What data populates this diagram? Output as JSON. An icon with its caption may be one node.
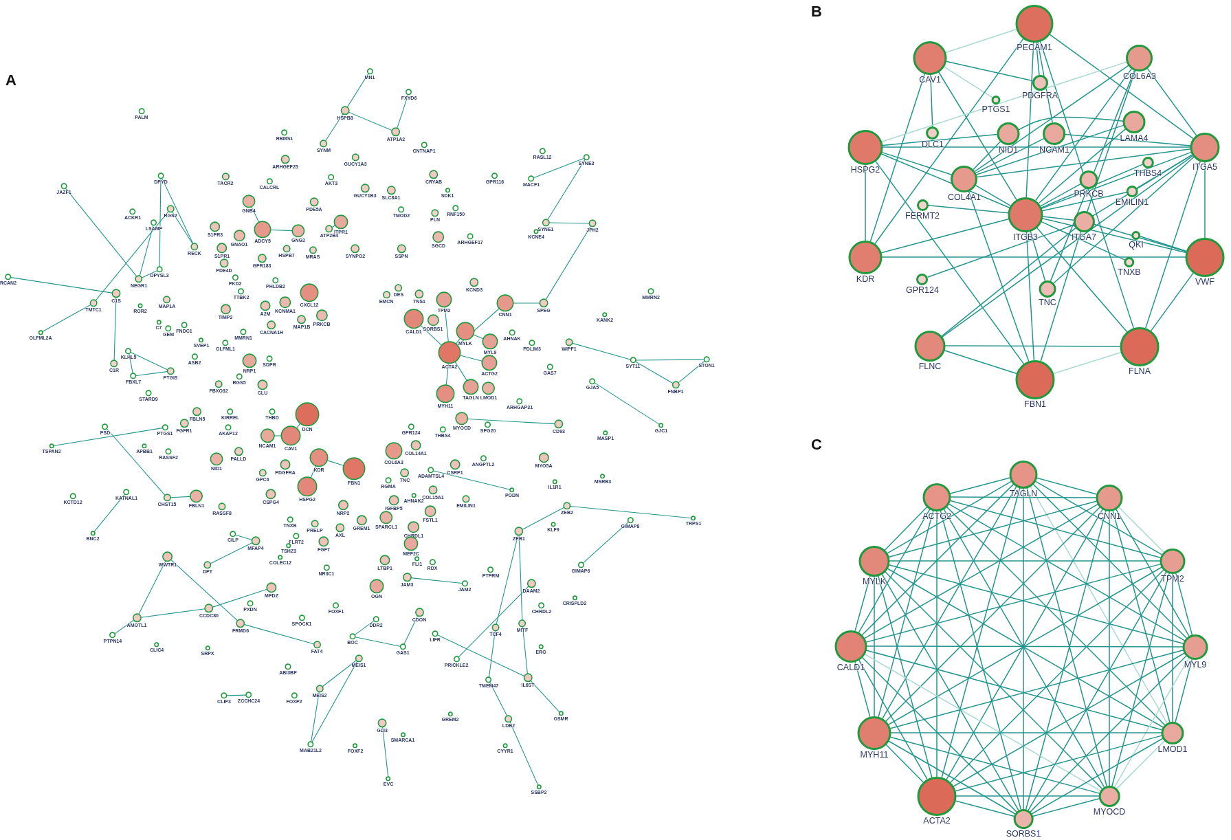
{
  "diagram": {
    "nodes": [
      {
        "text": [
          "MN1"
        ]
      },
      {
        "text": [
          "FXYD6"
        ]
      },
      {
        "text": [
          "HSPB8"
        ]
      },
      {
        "text": [
          "PALM"
        ]
      },
      {
        "text": [
          "ATP1A2"
        ]
      },
      {
        "text": [
          "RBMS1"
        ]
      },
      {
        "text": [
          "SYNM"
        ]
      },
      {
        "text": [
          "CNTNAP1"
        ]
      },
      {
        "text": [
          "RASL12"
        ]
      },
      {
        "text": [
          "SYNE3"
        ]
      },
      {
        "text": [
          "GUCY1A3"
        ]
      },
      {
        "text": [
          "ARHGEF25"
        ]
      },
      {
        "text": [
          "CRYAB"
        ]
      },
      {
        "text": [
          "GPR116"
        ]
      },
      {
        "text": [
          "DPYD"
        ]
      },
      {
        "text": [
          "TACR2"
        ]
      },
      {
        "text": [
          "AKT3"
        ]
      },
      {
        "text": [
          "MACF1"
        ]
      },
      {
        "text": [
          "CALCRL"
        ]
      },
      {
        "text": [
          "JAZF1"
        ]
      },
      {
        "text": [
          "GUCY1B3"
        ]
      },
      {
        "text": [
          "SLC8A1"
        ]
      },
      {
        "text": [
          "SDK1"
        ]
      },
      {
        "text": [
          "GNB4"
        ]
      },
      {
        "text": [
          "PDE5A"
        ]
      },
      {
        "text": [
          "RNF150"
        ]
      },
      {
        "text": [
          "TMOD2"
        ]
      },
      {
        "text": [
          "RGS2"
        ]
      },
      {
        "text": [
          "ACKR1"
        ]
      },
      {
        "text": [
          "PLN"
        ]
      },
      {
        "text": [
          "LSAMP"
        ]
      },
      {
        "text": [
          "ITPR1"
        ]
      },
      {
        "text": [
          "SYNE1"
        ]
      },
      {
        "text": [
          "JPH2"
        ]
      },
      {
        "text": [
          "S1PR3"
        ]
      },
      {
        "text": [
          "ATP2B4"
        ]
      },
      {
        "text": [
          "ADCY5"
        ]
      },
      {
        "text": [
          "GNG2"
        ]
      },
      {
        "text": [
          "KCNE4"
        ]
      },
      {
        "text": [
          "GNAO1"
        ]
      },
      {
        "text": [
          "ARHGEF17"
        ]
      },
      {
        "text": [
          "SGCD"
        ]
      },
      {
        "text": [
          "RECK"
        ]
      },
      {
        "text": [
          "S1PR1"
        ]
      },
      {
        "text": [
          "HSPB7"
        ]
      },
      {
        "text": [
          "MRAS"
        ]
      },
      {
        "text": [
          "SYNPO2"
        ]
      },
      {
        "text": [
          "SSPN"
        ]
      },
      {
        "text": [
          "GPR183"
        ]
      },
      {
        "text": [
          "PDE4D"
        ]
      },
      {
        "text": [
          "DPYSL3"
        ]
      },
      {
        "text": [
          "PKD2"
        ]
      },
      {
        "text": [
          "RCAN2"
        ]
      },
      {
        "text": [
          "NEGR1"
        ]
      },
      {
        "text": [
          "PHLDB2"
        ]
      },
      {
        "text": [
          "KCND3"
        ]
      },
      {
        "text": [
          "DES"
        ]
      },
      {
        "text": [
          "MMRN2"
        ]
      },
      {
        "text": [
          "TTBK2"
        ]
      },
      {
        "text": [
          "CXCL12"
        ]
      },
      {
        "text": [
          "C1S"
        ]
      },
      {
        "text": [
          "EMCN"
        ]
      },
      {
        "text": [
          "TNS1"
        ]
      },
      {
        "text": [
          "MAP1A"
        ]
      },
      {
        "text": [
          "TPM2"
        ]
      },
      {
        "text": [
          "CNN1"
        ]
      },
      {
        "text": [
          "SPEG"
        ]
      },
      {
        "text": [
          "TMTC1"
        ]
      },
      {
        "text": [
          "A2M"
        ]
      },
      {
        "text": [
          "ROR2"
        ]
      },
      {
        "text": [
          "KCNMA1"
        ]
      },
      {
        "text": [
          "TIMP2"
        ]
      },
      {
        "text": [
          "KANK2"
        ]
      },
      {
        "text": [
          "SORBS1"
        ]
      },
      {
        "text": [
          "PRKCB"
        ]
      },
      {
        "text": [
          "CALD1"
        ]
      },
      {
        "text": [
          "MAP1B"
        ]
      },
      {
        "text": [
          "C7"
        ]
      },
      {
        "text": [
          "FNDC1"
        ]
      },
      {
        "text": [
          "CACNA1H"
        ]
      },
      {
        "text": [
          "GEM"
        ]
      },
      {
        "text": [
          "MYLK"
        ]
      },
      {
        "text": [
          "OLFML2A"
        ]
      },
      {
        "text": [
          "MMRN1"
        ]
      },
      {
        "text": [
          "AHNAK"
        ]
      },
      {
        "text": [
          "SVEP1"
        ]
      },
      {
        "text": [
          "MYL9"
        ]
      },
      {
        "text": [
          "PDLIM3"
        ]
      },
      {
        "text": [
          "WIPF1"
        ]
      },
      {
        "text": [
          "OLFML1"
        ]
      },
      {
        "text": [
          "KLHL5"
        ]
      },
      {
        "text": [
          "ACTA2"
        ]
      },
      {
        "text": [
          "ASB2"
        ]
      },
      {
        "text": [
          "SDPR"
        ]
      },
      {
        "text": [
          "SYT11"
        ]
      },
      {
        "text": [
          "STON1"
        ]
      },
      {
        "text": [
          "NRP1"
        ]
      },
      {
        "text": [
          "ACTG2"
        ]
      },
      {
        "text": [
          "C1R"
        ]
      },
      {
        "text": [
          "GAS7"
        ]
      },
      {
        "text": [
          "PTGIS"
        ]
      },
      {
        "text": [
          "FBXL7"
        ]
      },
      {
        "text": [
          "RGS5"
        ]
      },
      {
        "text": [
          "GJA5"
        ]
      },
      {
        "text": [
          "FBXO32"
        ]
      },
      {
        "text": [
          "CLU"
        ]
      },
      {
        "text": [
          "FNBP1"
        ]
      },
      {
        "text": [
          "TAGLN"
        ]
      },
      {
        "text": [
          "LMOD1"
        ]
      },
      {
        "text": [
          "STARD9"
        ]
      },
      {
        "text": [
          "MYH11"
        ]
      },
      {
        "text": [
          "ARHGAP31"
        ]
      },
      {
        "text": [
          "THBD"
        ]
      },
      {
        "text": [
          "FBLN5"
        ]
      },
      {
        "text": [
          "KIRREL"
        ]
      },
      {
        "text": [
          "DCN"
        ]
      },
      {
        "text": [
          "MYOCD"
        ]
      },
      {
        "text": [
          "FGFR1"
        ]
      },
      {
        "text": [
          "SPG20"
        ]
      },
      {
        "text": [
          "CD93"
        ]
      },
      {
        "text": [
          "GJC1"
        ]
      },
      {
        "text": [
          "PSD"
        ]
      },
      {
        "text": [
          "PTGS1"
        ]
      },
      {
        "text": [
          "AKAP12"
        ]
      },
      {
        "text": [
          "GPR124"
        ]
      },
      {
        "text": [
          "THBS4"
        ]
      },
      {
        "text": [
          "MASP1"
        ]
      },
      {
        "text": [
          "NCAM1"
        ]
      },
      {
        "text": [
          "CAV1"
        ]
      },
      {
        "text": [
          "COL14A1"
        ]
      },
      {
        "text": [
          "TSPAN2"
        ]
      },
      {
        "text": [
          "APBB1"
        ]
      },
      {
        "text": [
          "COL6A3"
        ]
      },
      {
        "text": [
          "RASSF2"
        ]
      },
      {
        "text": [
          "PALLD"
        ]
      },
      {
        "text": [
          "KDR"
        ]
      },
      {
        "text": [
          "MYO5A"
        ]
      },
      {
        "text": [
          "CSRP1"
        ]
      },
      {
        "text": [
          "ANGPTL2"
        ]
      },
      {
        "text": [
          "NID1"
        ]
      },
      {
        "text": [
          "PDGFRA"
        ]
      },
      {
        "text": [
          "FBN1"
        ]
      },
      {
        "text": [
          "ADAMTSL4"
        ]
      },
      {
        "text": [
          "GPC6"
        ]
      },
      {
        "text": [
          "TNC"
        ]
      },
      {
        "text": [
          "MSRB3"
        ]
      },
      {
        "text": [
          "RGMA"
        ]
      },
      {
        "text": [
          "IL1R1"
        ]
      },
      {
        "text": [
          "HSPG2"
        ]
      },
      {
        "text": [
          "COL15A1"
        ]
      },
      {
        "text": [
          "PODN"
        ]
      },
      {
        "text": [
          "KATNAL1"
        ]
      },
      {
        "text": [
          "KCTD12"
        ]
      },
      {
        "text": [
          "FBLN1"
        ]
      },
      {
        "text": [
          "AHNAK2"
        ]
      },
      {
        "text": [
          "CSPG4"
        ]
      },
      {
        "text": [
          "EMILIN1"
        ]
      },
      {
        "text": [
          "IGFBP5"
        ]
      },
      {
        "text": [
          "NRP2"
        ]
      },
      {
        "text": [
          "ZEB2"
        ]
      },
      {
        "text": [
          "RASSF8"
        ]
      },
      {
        "text": [
          "FSTL1"
        ]
      },
      {
        "text": [
          "SPARCL1"
        ]
      },
      {
        "text": [
          "TRPS1"
        ]
      },
      {
        "text": [
          "TNXB"
        ]
      },
      {
        "text": [
          "GREM1"
        ]
      },
      {
        "text": [
          "GIMAP8"
        ]
      },
      {
        "text": [
          "PRELP"
        ]
      },
      {
        "text": [
          "KLF9"
        ]
      },
      {
        "text": [
          "CHRDL1"
        ]
      },
      {
        "text": [
          "AXL"
        ]
      },
      {
        "text": [
          "ZEB1"
        ]
      },
      {
        "text": [
          "BNC2"
        ]
      },
      {
        "text": [
          "CILP"
        ]
      },
      {
        "text": [
          "FLRT2"
        ]
      },
      {
        "text": [
          "MFAP4"
        ]
      },
      {
        "text": [
          "FGF7"
        ]
      },
      {
        "text": [
          "MEF2C"
        ]
      },
      {
        "text": [
          "TSHZ3"
        ]
      },
      {
        "text": [
          "WWTR1"
        ]
      },
      {
        "text": [
          "COLEC12"
        ]
      },
      {
        "text": [
          "FLI1"
        ]
      },
      {
        "text": [
          "LTBP1"
        ]
      },
      {
        "text": [
          "RDX"
        ]
      },
      {
        "text": [
          "DPT"
        ]
      },
      {
        "text": [
          "GIMAP6"
        ]
      },
      {
        "text": [
          "NR3C1"
        ]
      },
      {
        "text": [
          "PTPRM"
        ]
      },
      {
        "text": [
          "JAM3"
        ]
      },
      {
        "text": [
          "JAM2"
        ]
      },
      {
        "text": [
          "DAAM2"
        ]
      },
      {
        "text": [
          "OGN"
        ]
      },
      {
        "text": [
          "MPDZ"
        ]
      },
      {
        "text": [
          "CRISPLD2"
        ]
      },
      {
        "text": [
          "PXDN"
        ]
      },
      {
        "text": [
          "FOXF1"
        ]
      },
      {
        "text": [
          "CHRDL2"
        ]
      },
      {
        "text": [
          "CCDC80"
        ]
      },
      {
        "text": [
          "CDON"
        ]
      },
      {
        "text": [
          "AMOTL1"
        ]
      },
      {
        "text": [
          "SPOCK1"
        ]
      },
      {
        "text": [
          "DDR2"
        ]
      },
      {
        "text": [
          "FRMD6"
        ]
      },
      {
        "text": [
          "MITF"
        ]
      },
      {
        "text": [
          "TCF4"
        ]
      },
      {
        "text": [
          "LIFR"
        ]
      },
      {
        "text": [
          "PTPN14"
        ]
      },
      {
        "text": [
          "BOC"
        ]
      },
      {
        "text": [
          "CLIC4"
        ]
      },
      {
        "text": [
          "FAT4"
        ]
      },
      {
        "text": [
          "GAS1"
        ]
      },
      {
        "text": [
          "ERG"
        ]
      },
      {
        "text": [
          "SRPX"
        ]
      },
      {
        "text": [
          "MEIS1"
        ]
      },
      {
        "text": [
          "PRICKLE2"
        ]
      },
      {
        "text": [
          "ABI3BP"
        ]
      },
      {
        "text": [
          "IL6ST"
        ]
      },
      {
        "text": [
          "TMEM47"
        ]
      },
      {
        "text": [
          "MEIS2"
        ]
      },
      {
        "text": [
          "ZCCHC24"
        ]
      },
      {
        "text": [
          "CLIP3"
        ]
      },
      {
        "text": [
          "FOXP2"
        ]
      },
      {
        "text": [
          "OSMR"
        ]
      },
      {
        "text": [
          "GREM2"
        ]
      },
      {
        "text": [
          "LDB2"
        ]
      },
      {
        "text": [
          "GLI3"
        ]
      },
      {
        "text": [
          "SMARCA1"
        ]
      },
      {
        "text": [
          "MAB21L2"
        ]
      },
      {
        "text": [
          "FOXF2"
        ]
      },
      {
        "text": [
          "CYYR1"
        ]
      },
      {
        "text": [
          "EVC"
        ]
      },
      {
        "text": [
          "SSBP2"
        ]
      },
      {
        "text": [
          "CHST15"
        ]
      },
      {
        "text": [
          "PECAM1"
        ]
      },
      {
        "text": [
          "CAV1"
        ]
      },
      {
        "text": [
          "COL6A3"
        ]
      },
      {
        "text": [
          "PDGFRA"
        ]
      },
      {
        "text": [
          "PTGS1"
        ]
      },
      {
        "text": [
          "DLC1"
        ]
      },
      {
        "text": [
          "NID1"
        ]
      },
      {
        "text": [
          "NCAM1"
        ]
      },
      {
        "text": [
          "LAMA4"
        ]
      },
      {
        "text": [
          "HSPG2"
        ]
      },
      {
        "text": [
          "ITGA5"
        ]
      },
      {
        "text": [
          "THBS4"
        ]
      },
      {
        "text": [
          "COL4A1"
        ]
      },
      {
        "text": [
          "PRKCB"
        ]
      },
      {
        "text": [
          "EMILIN1"
        ]
      },
      {
        "text": [
          "FERMT2"
        ]
      },
      {
        "text": [
          "ITGB3"
        ]
      },
      {
        "text": [
          "ITGA7"
        ]
      },
      {
        "text": [
          "QKI"
        ]
      },
      {
        "text": [
          "KDR"
        ]
      },
      {
        "text": [
          "VWF"
        ]
      },
      {
        "text": [
          "TNXB"
        ]
      },
      {
        "text": [
          "GPR124"
        ]
      },
      {
        "text": [
          "TNC"
        ]
      },
      {
        "text": [
          "FLNC"
        ]
      },
      {
        "text": [
          "FLNA"
        ]
      },
      {
        "text": [
          "FBN1"
        ]
      },
      {
        "text": [
          "TAGLN"
        ]
      },
      {
        "text": [
          "ACTG2"
        ]
      },
      {
        "text": [
          "CNN1"
        ]
      },
      {
        "text": [
          "MYLK"
        ]
      },
      {
        "text": [
          "TPM2"
        ]
      },
      {
        "text": [
          "CALD1"
        ]
      },
      {
        "text": [
          "MYL9"
        ]
      },
      {
        "text": [
          "MYH11"
        ]
      },
      {
        "text": [
          "LMOD1"
        ]
      },
      {
        "text": [
          "ACTA2"
        ]
      },
      {
        "text": [
          "MYOCD"
        ]
      },
      {
        "text": [
          "SORBS1"
        ]
      }
    ],
    "edges": [
      {
        "from": 0,
        "to": 2,
        "arrow": "none"
      },
      {
        "from": 1,
        "to": 4,
        "arrow": "none"
      },
      {
        "from": 2,
        "to": 6,
        "arrow": "none"
      },
      {
        "from": 2,
        "to": 4,
        "arrow": "none"
      },
      {
        "from": 19,
        "to": 53,
        "arrow": "none"
      },
      {
        "from": 14,
        "to": 50,
        "arrow": "none"
      },
      {
        "from": 14,
        "to": 42,
        "arrow": "none"
      },
      {
        "from": 30,
        "to": 53,
        "arrow": "none"
      },
      {
        "from": 50,
        "to": 53,
        "arrow": "none"
      },
      {
        "from": 27,
        "to": 42,
        "arrow": "none"
      },
      {
        "from": 52,
        "to": 60,
        "arrow": "none"
      },
      {
        "from": 67,
        "to": 82,
        "arrow": "none"
      },
      {
        "from": 67,
        "to": 27,
        "arrow": "none"
      },
      {
        "from": 60,
        "to": 98,
        "arrow": "none"
      },
      {
        "from": 90,
        "to": 101,
        "arrow": "none"
      },
      {
        "from": 101,
        "to": 100,
        "arrow": "none"
      },
      {
        "from": 90,
        "to": 100,
        "arrow": "none"
      },
      {
        "from": 121,
        "to": 232,
        "arrow": "none"
      },
      {
        "from": 130,
        "to": 122,
        "arrow": "none"
      },
      {
        "from": 151,
        "to": 172,
        "arrow": "none"
      },
      {
        "from": 199,
        "to": 206,
        "arrow": "none"
      },
      {
        "from": 199,
        "to": 179,
        "arrow": "none"
      },
      {
        "from": 199,
        "to": 197,
        "arrow": "none"
      },
      {
        "from": 197,
        "to": 192,
        "arrow": "none"
      },
      {
        "from": 179,
        "to": 202,
        "arrow": "none"
      },
      {
        "from": 202,
        "to": 209,
        "arrow": "none"
      },
      {
        "from": 220,
        "to": 219,
        "arrow": "none"
      },
      {
        "from": 213,
        "to": 218,
        "arrow": "none"
      },
      {
        "from": 218,
        "to": 227,
        "arrow": "none"
      },
      {
        "from": 213,
        "to": 227,
        "arrow": "none"
      },
      {
        "from": 225,
        "to": 230,
        "arrow": "none"
      },
      {
        "from": 207,
        "to": 201,
        "arrow": "none"
      },
      {
        "from": 207,
        "to": 210,
        "arrow": "none"
      },
      {
        "from": 198,
        "to": 210,
        "arrow": "none"
      },
      {
        "from": 205,
        "to": 216,
        "arrow": "none"
      },
      {
        "from": 216,
        "to": 222,
        "arrow": "none"
      },
      {
        "from": 204,
        "to": 217,
        "arrow": "none"
      },
      {
        "from": 217,
        "to": 224,
        "arrow": "none"
      },
      {
        "from": 224,
        "to": 231,
        "arrow": "none"
      },
      {
        "from": 171,
        "to": 159,
        "arrow": "none"
      },
      {
        "from": 159,
        "to": 163,
        "arrow": "none"
      },
      {
        "from": 166,
        "to": 185,
        "arrow": "none"
      },
      {
        "from": 171,
        "to": 204,
        "arrow": "none"
      },
      {
        "from": 171,
        "to": 203,
        "arrow": "none"
      },
      {
        "from": 203,
        "to": 216,
        "arrow": "none"
      },
      {
        "from": 190,
        "to": 214,
        "arrow": "none"
      },
      {
        "from": 188,
        "to": 189,
        "arrow": "none"
      },
      {
        "from": 32,
        "to": 9,
        "arrow": "none"
      },
      {
        "from": 9,
        "to": 17,
        "arrow": "none"
      },
      {
        "from": 32,
        "to": 33,
        "arrow": "none"
      },
      {
        "from": 94,
        "to": 95,
        "arrow": "none"
      },
      {
        "from": 95,
        "to": 106,
        "arrow": "none"
      },
      {
        "from": 94,
        "to": 106,
        "arrow": "none"
      },
      {
        "from": 88,
        "to": 94,
        "arrow": "none"
      },
      {
        "from": 103,
        "to": 120,
        "arrow": "none"
      },
      {
        "from": 66,
        "to": 33,
        "arrow": "none"
      },
      {
        "from": 65,
        "to": 66,
        "arrow": "none"
      },
      {
        "from": 116,
        "to": 119,
        "arrow": "none"
      },
      {
        "from": 142,
        "to": 150,
        "arrow": "none"
      },
      {
        "from": 91,
        "to": 110,
        "arrow": "none"
      },
      {
        "from": 91,
        "to": 81,
        "arrow": "none"
      },
      {
        "from": 91,
        "to": 75,
        "arrow": "none"
      },
      {
        "from": 91,
        "to": 64,
        "arrow": "none"
      },
      {
        "from": 91,
        "to": 65,
        "arrow": "none"
      },
      {
        "from": 91,
        "to": 97,
        "arrow": "none"
      },
      {
        "from": 91,
        "to": 107,
        "arrow": "none"
      },
      {
        "from": 81,
        "to": 86,
        "arrow": "none"
      },
      {
        "from": 115,
        "to": 128,
        "arrow": "none"
      },
      {
        "from": 135,
        "to": 141,
        "arrow": "none"
      },
      {
        "from": 148,
        "to": 135,
        "arrow": "none"
      },
      {
        "from": 127,
        "to": 128,
        "arrow": "none"
      },
      {
        "from": 23,
        "to": 36,
        "arrow": "none"
      },
      {
        "from": 36,
        "to": 37,
        "arrow": "none"
      },
      {
        "from": 153,
        "to": 232,
        "arrow": "none"
      },
      {
        "from": 173,
        "to": 175,
        "arrow": "none"
      },
      {
        "from": 184,
        "to": 175,
        "arrow": "none"
      },
      {
        "from": 31,
        "to": 35,
        "arrow": "none"
      },
      {
        "from": 249,
        "to": 234,
        "arrow": "none"
      },
      {
        "from": 249,
        "to": 233,
        "arrow": "none"
      },
      {
        "from": 249,
        "to": 245,
        "arrow": "none"
      },
      {
        "from": 249,
        "to": 248,
        "arrow": "none"
      },
      {
        "from": 249,
        "to": 252,
        "arrow": "none"
      },
      {
        "from": 249,
        "to": 243,
        "arrow": "none"
      },
      {
        "from": 249,
        "to": 235,
        "arrow": "none"
      },
      {
        "from": 249,
        "to": 241,
        "arrow": "none"
      },
      {
        "from": 249,
        "to": 247,
        "arrow": "none"
      },
      {
        "from": 249,
        "to": 244,
        "arrow": "none"
      },
      {
        "from": 249,
        "to": 250,
        "arrow": "none"
      },
      {
        "from": 249,
        "to": 253,
        "arrow": "none"
      },
      {
        "from": 249,
        "to": 256,
        "arrow": "none"
      },
      {
        "from": 249,
        "to": 259,
        "arrow": "none"
      },
      {
        "from": 249,
        "to": 258,
        "arrow": "none"
      },
      {
        "from": 249,
        "to": 254,
        "arrow": "none"
      },
      {
        "from": 249,
        "to": 246,
        "arrow": "none"
      },
      {
        "from": 249,
        "to": 242,
        "arrow": "none"
      },
      {
        "from": 234,
        "to": 233,
        "arrow": "none",
        "color": "#a9d9d3"
      },
      {
        "from": 234,
        "to": 236,
        "arrow": "none"
      },
      {
        "from": 234,
        "to": 238,
        "arrow": "none"
      },
      {
        "from": 234,
        "to": 252,
        "arrow": "none"
      },
      {
        "from": 234,
        "to": 237,
        "arrow": "none",
        "color": "#a9d9d3"
      },
      {
        "from": 233,
        "to": 252,
        "arrow": "none"
      },
      {
        "from": 233,
        "to": 240,
        "arrow": "none"
      },
      {
        "from": 233,
        "to": 243,
        "arrow": "none"
      },
      {
        "from": 233,
        "to": 258,
        "arrow": "none"
      },
      {
        "from": 233,
        "to": 236,
        "arrow": "none"
      },
      {
        "from": 242,
        "to": 252,
        "arrow": "none"
      },
      {
        "from": 242,
        "to": 239,
        "arrow": "none"
      },
      {
        "from": 242,
        "to": 243,
        "arrow": "none"
      },
      {
        "from": 242,
        "to": 245,
        "arrow": "none"
      },
      {
        "from": 242,
        "to": 259,
        "arrow": "none"
      },
      {
        "from": 242,
        "to": 235,
        "arrow": "none",
        "color": "#a9d9d3"
      },
      {
        "from": 239,
        "to": 241,
        "arrow": "none"
      },
      {
        "from": 239,
        "to": 245,
        "arrow": "none"
      },
      {
        "from": 245,
        "to": 243,
        "arrow": "none"
      },
      {
        "from": 245,
        "to": 235,
        "arrow": "none"
      },
      {
        "from": 245,
        "to": 241,
        "arrow": "none"
      },
      {
        "from": 245,
        "to": 259,
        "arrow": "none"
      },
      {
        "from": 243,
        "to": 253,
        "arrow": "none"
      },
      {
        "from": 243,
        "to": 258,
        "arrow": "none"
      },
      {
        "from": 243,
        "to": 256,
        "arrow": "none"
      },
      {
        "from": 243,
        "to": 257,
        "arrow": "none"
      },
      {
        "from": 243,
        "to": 250,
        "arrow": "none"
      },
      {
        "from": 243,
        "to": 247,
        "arrow": "none"
      },
      {
        "from": 243,
        "to": 235,
        "arrow": "none"
      },
      {
        "from": 243,
        "to": 240,
        "arrow": "none"
      },
      {
        "from": 252,
        "to": 253,
        "arrow": "none"
      },
      {
        "from": 235,
        "to": 250,
        "arrow": "none"
      },
      {
        "from": 250,
        "to": 257,
        "arrow": "none"
      },
      {
        "from": 235,
        "to": 256,
        "arrow": "none"
      },
      {
        "from": 257,
        "to": 258,
        "arrow": "none"
      },
      {
        "from": 257,
        "to": 259,
        "arrow": "none"
      },
      {
        "from": 258,
        "to": 259,
        "arrow": "none",
        "color": "#a9d9d3"
      },
      {
        "from": 258,
        "to": 253,
        "arrow": "none"
      },
      {
        "from": 259,
        "to": 250,
        "arrow": "none"
      },
      {
        "from": 250,
        "to": 253,
        "arrow": "none"
      },
      {
        "from": 250,
        "to": 255,
        "arrow": "none"
      },
      {
        "from": 251,
        "to": 253,
        "arrow": "none"
      },
      {
        "from": 240,
        "to": 245,
        "arrow": "none"
      },
      {
        "from": 260,
        "to": 261,
        "arrow": "none"
      },
      {
        "from": 260,
        "to": 262,
        "arrow": "none"
      },
      {
        "from": 260,
        "to": 263,
        "arrow": "none"
      },
      {
        "from": 260,
        "to": 264,
        "arrow": "none"
      },
      {
        "from": 260,
        "to": 265,
        "arrow": "none"
      },
      {
        "from": 260,
        "to": 266,
        "arrow": "none"
      },
      {
        "from": 260,
        "to": 267,
        "arrow": "none"
      },
      {
        "from": 260,
        "to": 268,
        "arrow": "none",
        "color": "#a9d9d3"
      },
      {
        "from": 260,
        "to": 269,
        "arrow": "none"
      },
      {
        "from": 260,
        "to": 270,
        "arrow": "none"
      },
      {
        "from": 260,
        "to": 271,
        "arrow": "none"
      },
      {
        "from": 261,
        "to": 262,
        "arrow": "none"
      },
      {
        "from": 261,
        "to": 263,
        "arrow": "none"
      },
      {
        "from": 261,
        "to": 264,
        "arrow": "none"
      },
      {
        "from": 261,
        "to": 265,
        "arrow": "none"
      },
      {
        "from": 261,
        "to": 266,
        "arrow": "none"
      },
      {
        "from": 261,
        "to": 267,
        "arrow": "none"
      },
      {
        "from": 261,
        "to": 268,
        "arrow": "none"
      },
      {
        "from": 261,
        "to": 269,
        "arrow": "none"
      },
      {
        "from": 261,
        "to": 270,
        "arrow": "none"
      },
      {
        "from": 261,
        "to": 271,
        "arrow": "none"
      },
      {
        "from": 262,
        "to": 263,
        "arrow": "none"
      },
      {
        "from": 262,
        "to": 264,
        "arrow": "none",
        "color": "#a9d9d3"
      },
      {
        "from": 262,
        "to": 265,
        "arrow": "none"
      },
      {
        "from": 262,
        "to": 266,
        "arrow": "none"
      },
      {
        "from": 262,
        "to": 267,
        "arrow": "none"
      },
      {
        "from": 262,
        "to": 268,
        "arrow": "none"
      },
      {
        "from": 262,
        "to": 269,
        "arrow": "none"
      },
      {
        "from": 262,
        "to": 270,
        "arrow": "none"
      },
      {
        "from": 262,
        "to": 271,
        "arrow": "none"
      },
      {
        "from": 263,
        "to": 264,
        "arrow": "none"
      },
      {
        "from": 263,
        "to": 265,
        "arrow": "none"
      },
      {
        "from": 263,
        "to": 266,
        "arrow": "none"
      },
      {
        "from": 263,
        "to": 267,
        "arrow": "none"
      },
      {
        "from": 263,
        "to": 268,
        "arrow": "none"
      },
      {
        "from": 263,
        "to": 269,
        "arrow": "none"
      },
      {
        "from": 263,
        "to": 270,
        "arrow": "none"
      },
      {
        "from": 263,
        "to": 271,
        "arrow": "none"
      },
      {
        "from": 264,
        "to": 265,
        "arrow": "none"
      },
      {
        "from": 264,
        "to": 266,
        "arrow": "none"
      },
      {
        "from": 264,
        "to": 267,
        "arrow": "none"
      },
      {
        "from": 264,
        "to": 268,
        "arrow": "none"
      },
      {
        "from": 264,
        "to": 269,
        "arrow": "none"
      },
      {
        "from": 264,
        "to": 270,
        "arrow": "none"
      },
      {
        "from": 264,
        "to": 271,
        "arrow": "none"
      },
      {
        "from": 265,
        "to": 266,
        "arrow": "none"
      },
      {
        "from": 265,
        "to": 267,
        "arrow": "none"
      },
      {
        "from": 265,
        "to": 268,
        "arrow": "none"
      },
      {
        "from": 265,
        "to": 269,
        "arrow": "none"
      },
      {
        "from": 265,
        "to": 270,
        "arrow": "none",
        "color": "#a9d9d3"
      },
      {
        "from": 265,
        "to": 271,
        "arrow": "none"
      },
      {
        "from": 266,
        "to": 267,
        "arrow": "none"
      },
      {
        "from": 266,
        "to": 268,
        "arrow": "none"
      },
      {
        "from": 266,
        "to": 269,
        "arrow": "none"
      },
      {
        "from": 266,
        "to": 270,
        "arrow": "none",
        "color": "#a9d9d3"
      },
      {
        "from": 266,
        "to": 271,
        "arrow": "none"
      },
      {
        "from": 267,
        "to": 268,
        "arrow": "none"
      },
      {
        "from": 267,
        "to": 269,
        "arrow": "none"
      },
      {
        "from": 267,
        "to": 270,
        "arrow": "none"
      },
      {
        "from": 267,
        "to": 271,
        "arrow": "none"
      },
      {
        "from": 268,
        "to": 269,
        "arrow": "none"
      },
      {
        "from": 268,
        "to": 270,
        "arrow": "none",
        "color": "#a9d9d3"
      },
      {
        "from": 268,
        "to": 271,
        "arrow": "none"
      },
      {
        "from": 269,
        "to": 270,
        "arrow": "none"
      },
      {
        "from": 269,
        "to": 271,
        "arrow": "none"
      },
      {
        "from": 270,
        "to": 271,
        "arrow": "none"
      }
    ],
    "labels": [
      "A",
      "B",
      "C"
    ]
  }
}
